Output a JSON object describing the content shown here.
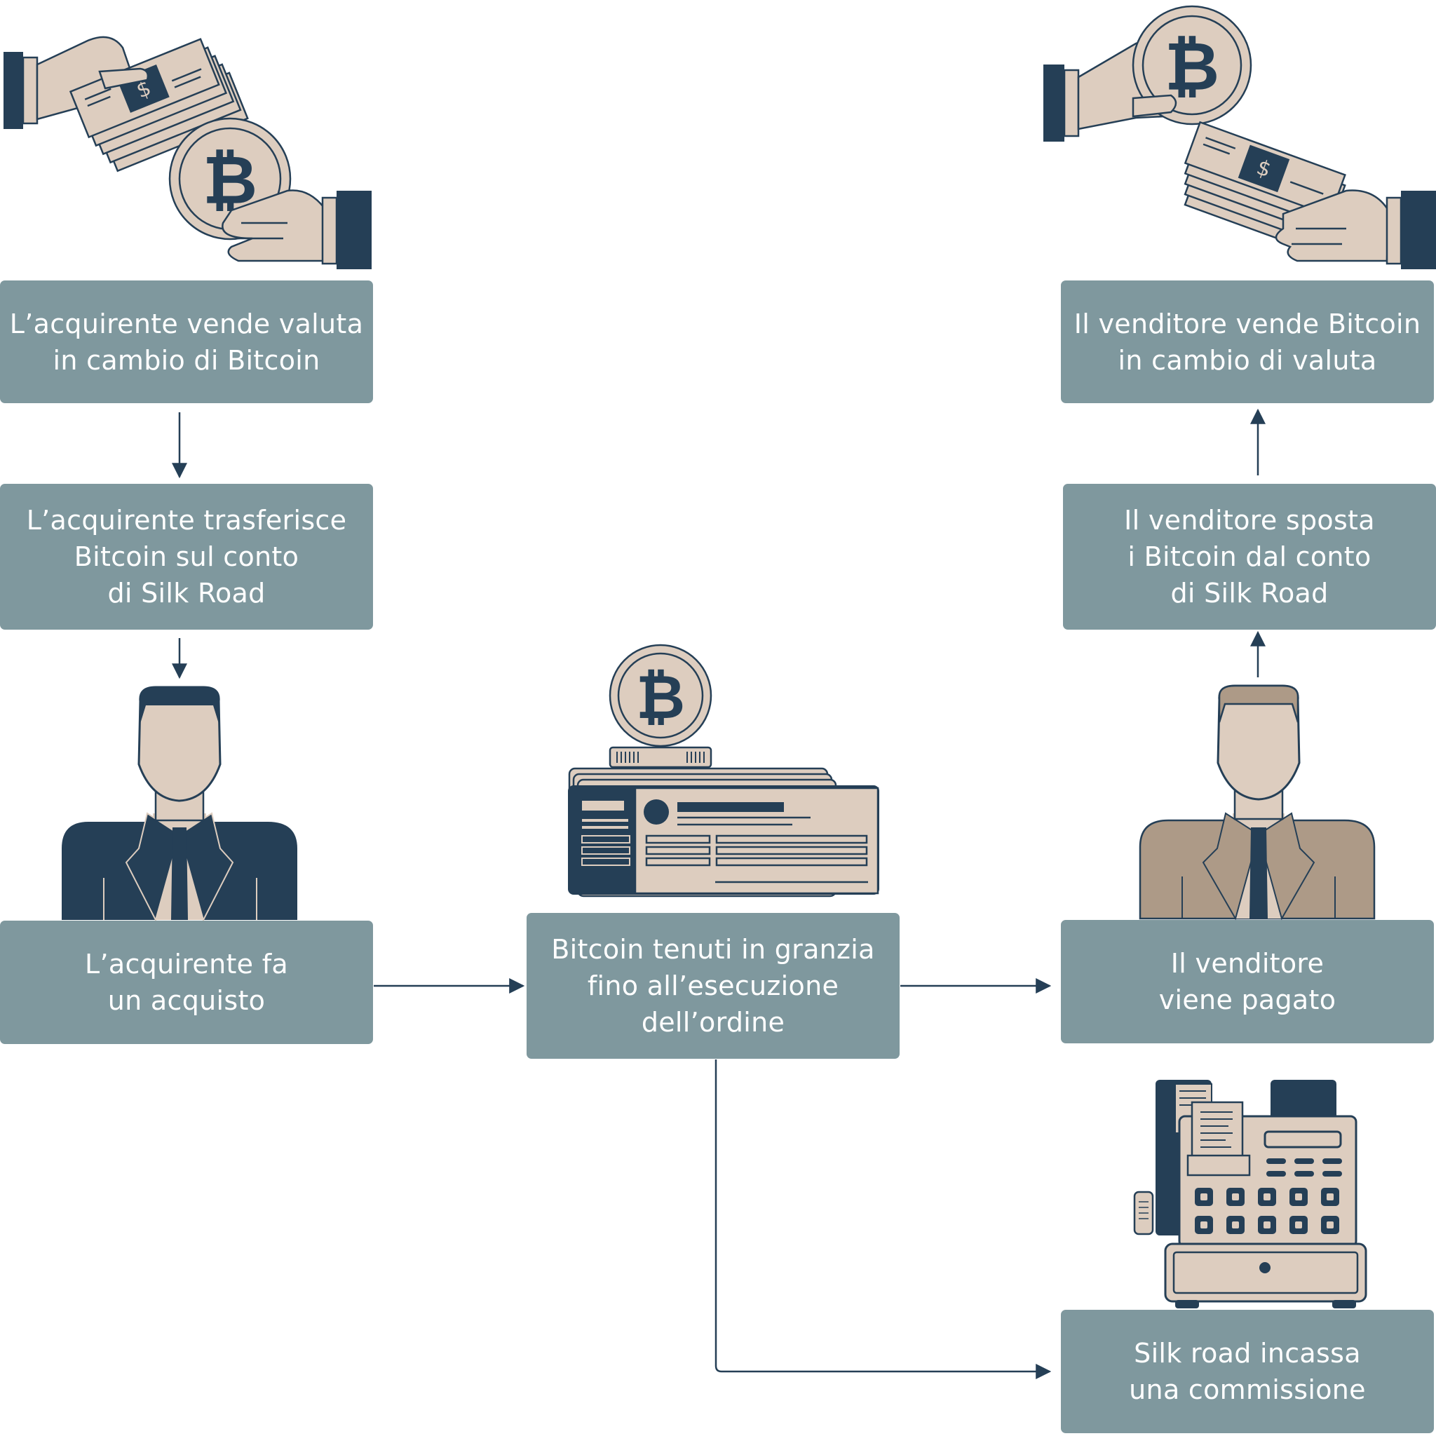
{
  "steps": {
    "buyer_sells_currency": "L’acquirente vende valuta\nin cambio di Bitcoin",
    "buyer_transfers": "L’acquirente trasferisce\nBitcoin sul conto\ndi Silk Road",
    "buyer_purchase": "L’acquirente fa\nun acquisto",
    "escrow": "Bitcoin tenuti in granzia\nfino all’esecuzione\ndell’ordine",
    "seller_sells_bitcoin": "Il venditore vende Bitcoin\nin cambio di valuta",
    "seller_moves": "Il venditore sposta\ni Bitcoin dal conto\ndi Silk Road",
    "seller_paid": "Il venditore\nviene pagato",
    "commission": "Silk road incassa\nuna commissione"
  },
  "icons": {
    "coin_symbol": "₿",
    "cash_symbol": "$"
  },
  "colors": {
    "box": "#7f989e",
    "navy": "#253f56",
    "beige": "#ddcdbf",
    "tan": "#ad9a87",
    "arrow": "#253f56"
  }
}
